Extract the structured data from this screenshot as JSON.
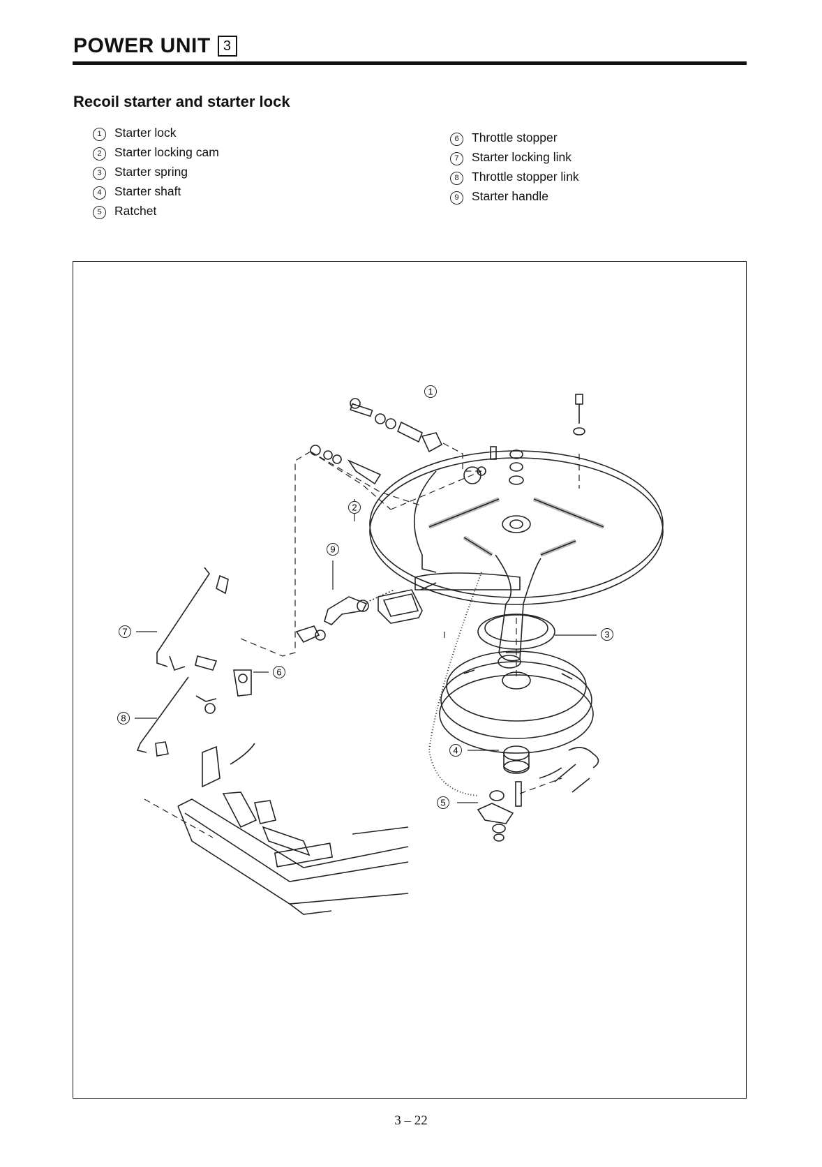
{
  "header": {
    "title": "POWER UNIT",
    "chapter": "3"
  },
  "section": {
    "title": "Recoil starter and starter lock"
  },
  "legend": {
    "left": [
      {
        "num": "1",
        "label": "Starter lock"
      },
      {
        "num": "2",
        "label": "Starter locking cam"
      },
      {
        "num": "3",
        "label": "Starter spring"
      },
      {
        "num": "4",
        "label": "Starter shaft"
      },
      {
        "num": "5",
        "label": "Ratchet"
      }
    ],
    "right": [
      {
        "num": "6",
        "label": "Throttle stopper"
      },
      {
        "num": "7",
        "label": "Starter locking link"
      },
      {
        "num": "8",
        "label": "Throttle stopper link"
      },
      {
        "num": "9",
        "label": "Starter handle"
      }
    ]
  },
  "diagram": {
    "callouts": [
      "1",
      "2",
      "3",
      "4",
      "5",
      "6",
      "7",
      "8",
      "9"
    ]
  },
  "footer": {
    "page_number": "3 – 22"
  }
}
